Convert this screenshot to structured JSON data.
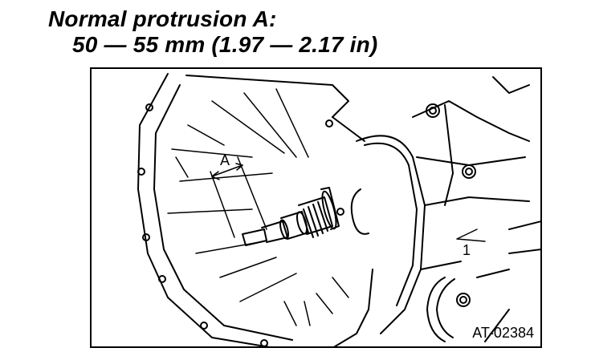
{
  "heading": {
    "line1": "Normal protrusion A:",
    "line2": "50 — 55 mm (1.97 — 2.17 in)"
  },
  "figure": {
    "dimension_label": "A",
    "callout_number": "1",
    "figure_code": "AT-02384"
  }
}
